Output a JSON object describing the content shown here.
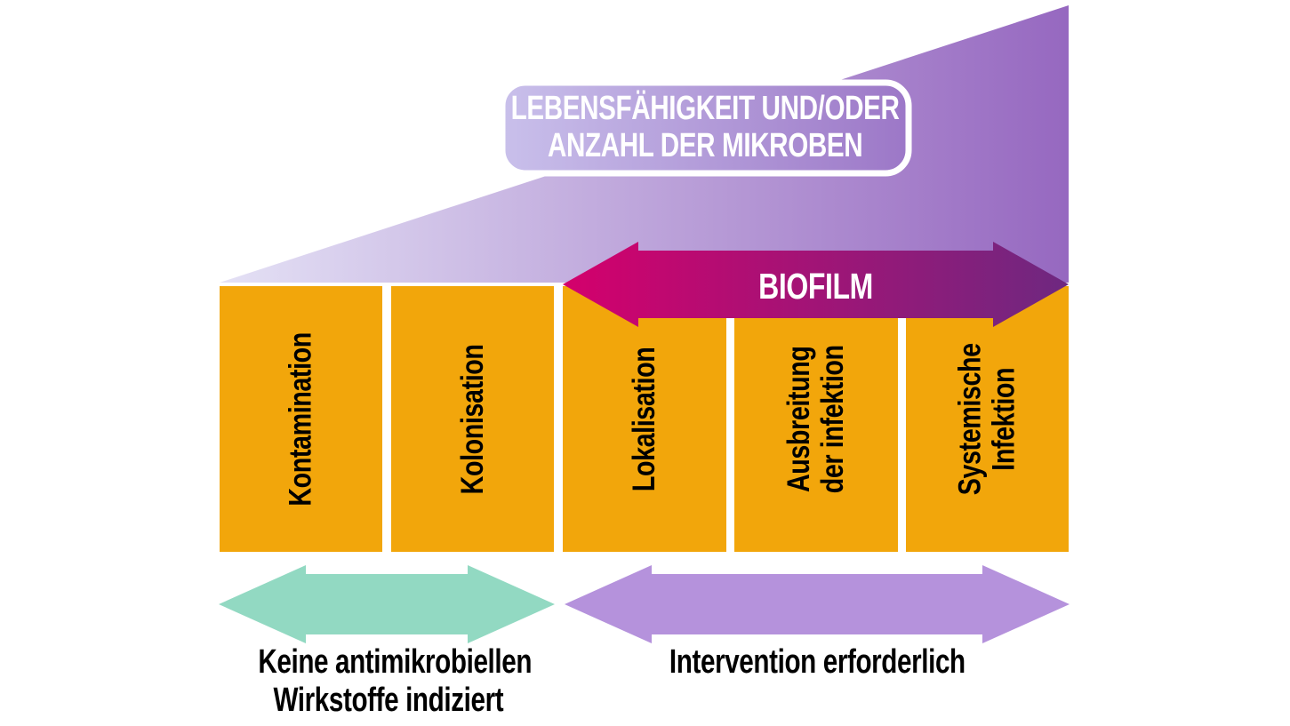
{
  "title_box": {
    "line1": "LEBENSFÄHIGKEIT UND/ODER",
    "line2": "ANZAHL DER MIKROBEN"
  },
  "biofilm_arrow": {
    "label": "BIOFILM"
  },
  "stages": [
    {
      "lines": [
        "Kontamination"
      ]
    },
    {
      "lines": [
        "Kolonisation"
      ]
    },
    {
      "lines": [
        "Lokalisation"
      ]
    },
    {
      "lines": [
        "Ausbreitung",
        "der infektion"
      ]
    },
    {
      "lines": [
        "Systemische",
        "Infektion"
      ]
    }
  ],
  "bottom_left_arrow": {
    "label_line1": "Keine antimikrobiellen",
    "label_line2": "Wirkstoffe indiziert"
  },
  "bottom_right_arrow": {
    "label": "Intervention erforderlich"
  },
  "colors": {
    "background": "#FFFFFF",
    "bar_orange": "#F2A60B",
    "teal_arrow": "#92D9C2",
    "lavender_arrow": "#B592DC",
    "biofilm_gradient_left": "#D4006C",
    "biofilm_gradient_right": "#6E2880",
    "wedge_gradient_left": "#E4E1F5",
    "wedge_gradient_right": "#9668C0",
    "title_box_gradient_left": "#C9C0EB",
    "title_box_gradient_right": "#9C77C7",
    "title_box_border": "#FFFFFF",
    "label_text_dark": "#000000",
    "label_text_light": "#FFFFFF"
  }
}
